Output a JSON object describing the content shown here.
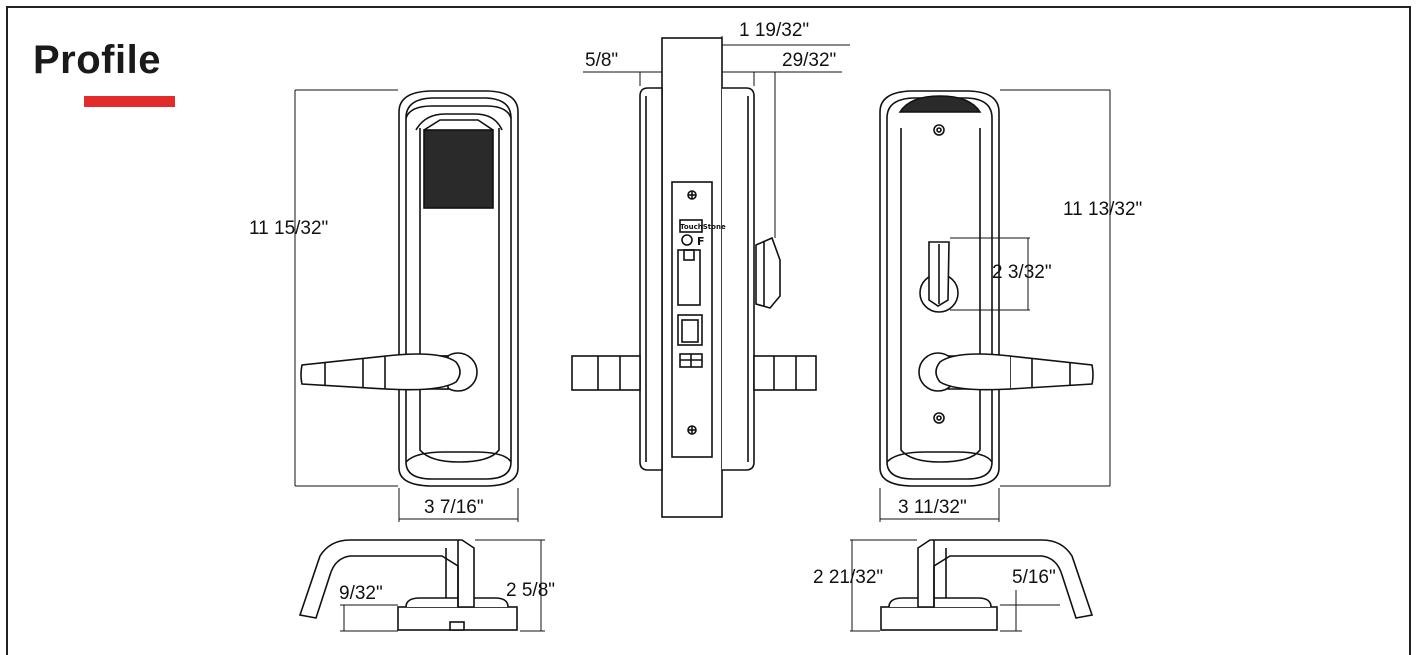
{
  "header": {
    "title": "Profile",
    "accent_color": "#e32b2b"
  },
  "dimensions": {
    "front_height": "11  15/32\"",
    "front_width": "3  7/16\"",
    "side_thickness": "1  19/32\"",
    "side_outer_plate": "5/8\"",
    "side_inner_plate": "29/32\"",
    "back_height": "11  13/32\"",
    "back_thumbturn": "2  3/32\"",
    "back_width": "3  11/32\"",
    "left_handle_offset": "9/32\"",
    "left_handle_projection": "2  5/8\"",
    "right_handle_projection": "2  21/32\"",
    "right_handle_offset": "5/16\""
  },
  "mortise": {
    "brand_text": "TouchStone",
    "listing_mark": "F"
  },
  "colors": {
    "line": "#111111",
    "card_reader": "#2a2a2a",
    "background": "#ffffff"
  }
}
